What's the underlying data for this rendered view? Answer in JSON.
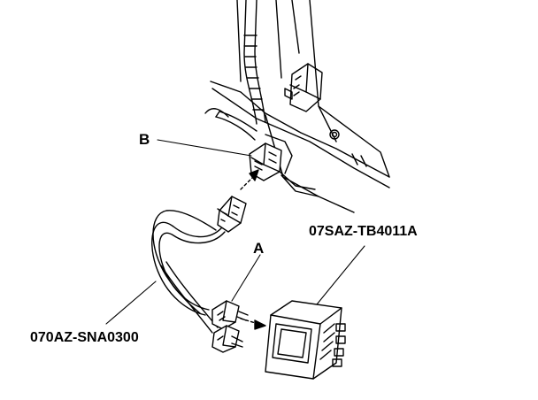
{
  "callouts": {
    "b": "B",
    "a": "A",
    "tool_tb": "07SAZ-TB4011A",
    "tool_sna": "070AZ-SNA0300"
  },
  "colors": {
    "line": "#000000",
    "background": "#ffffff"
  }
}
